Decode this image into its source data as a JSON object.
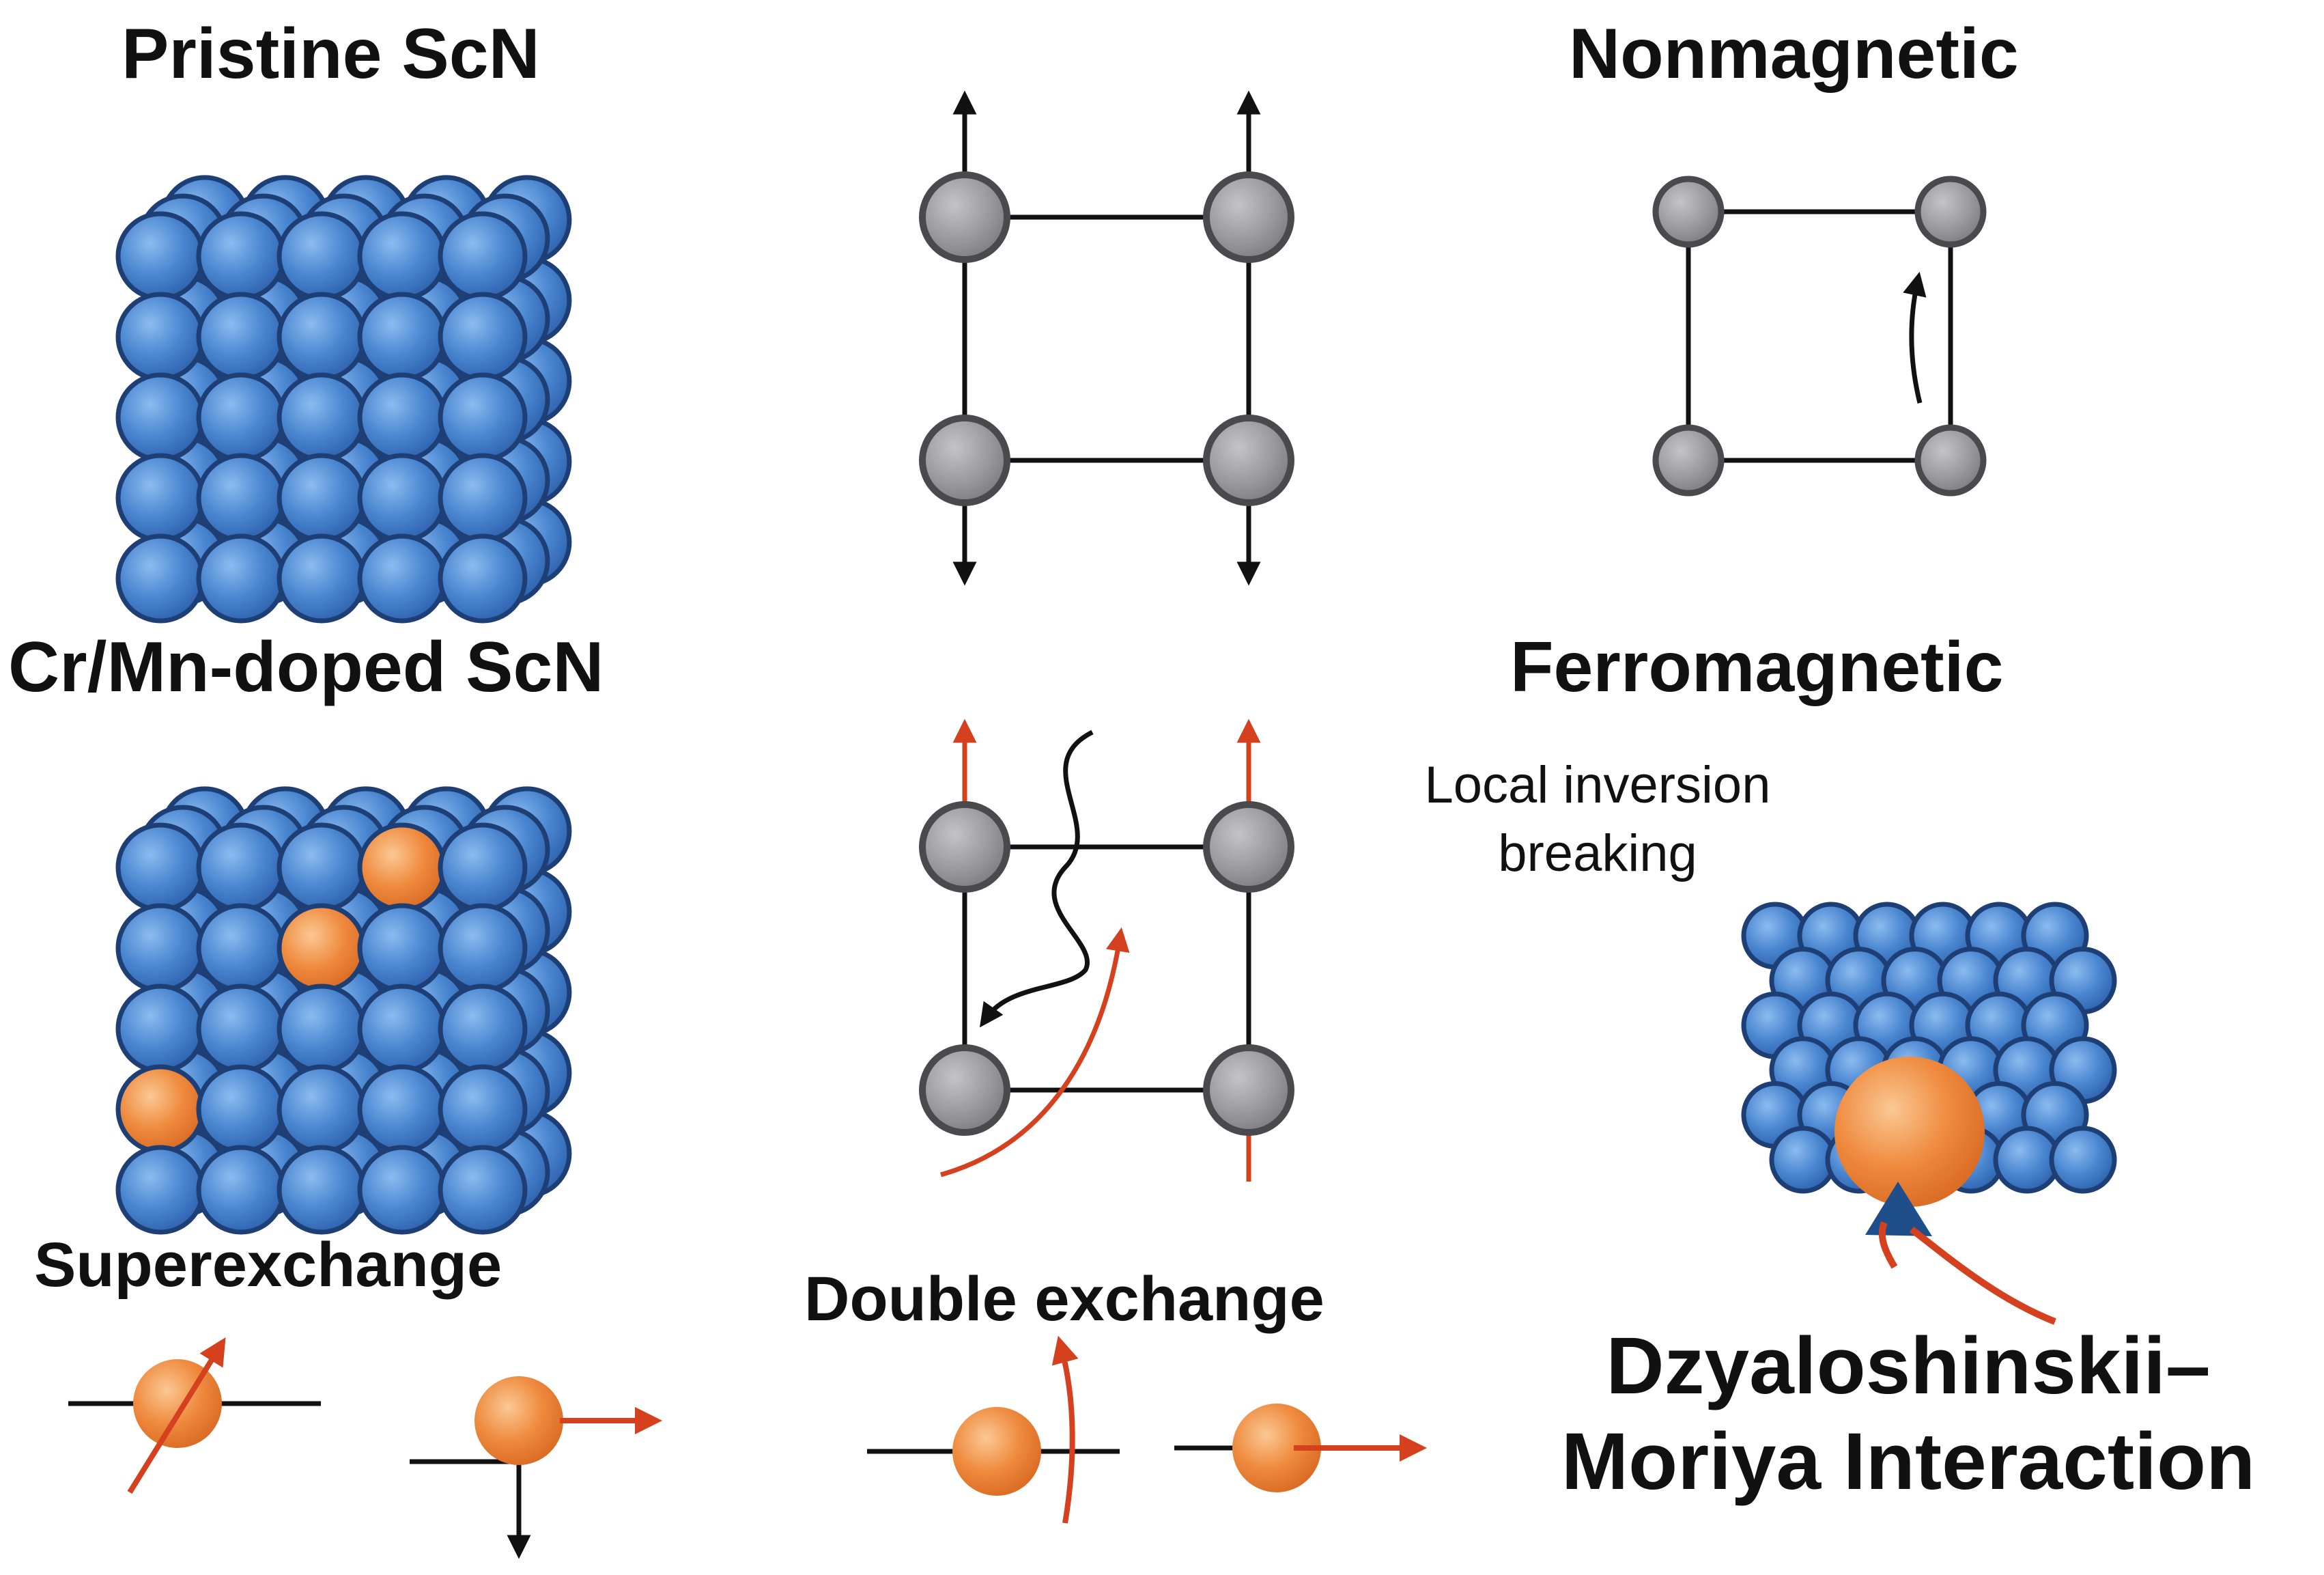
{
  "labels": {
    "pristine": "Pristine ScN",
    "doped": "Cr/Mn-doped ScN",
    "nonmagnetic": "Nonmagnetic",
    "ferromagnetic": "Ferromagnetic",
    "local_inversion_line1": "Local inversion",
    "local_inversion_line2": "breaking",
    "superexchange": "Superexchange",
    "double_exchange": "Double exchange",
    "dmi_line1": "Dzyaloshinskii–",
    "dmi_line2": "Moriya Interaction"
  },
  "colors": {
    "lattice_blue": "#4a86d0",
    "lattice_outline": "#1d3f75",
    "dopant_orange": "#ef8a3e",
    "node_gray": "#9a9a9e",
    "node_outline": "#4a4a4e",
    "spin_red": "#d5401e",
    "line_black": "#111111",
    "dmi_arrow_navy": "#1f4f8a"
  }
}
